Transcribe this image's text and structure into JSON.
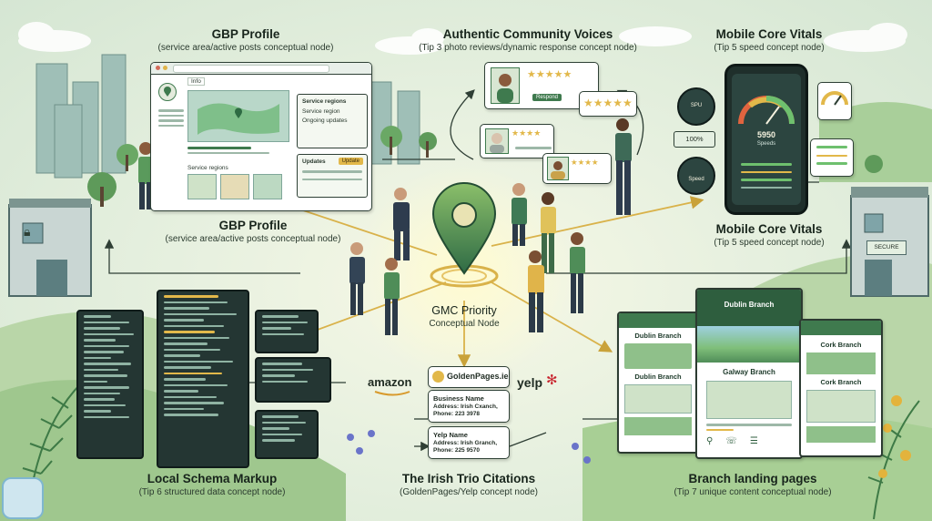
{
  "center": {
    "title": "GMC Priority",
    "subtitle": "Conceptual Node"
  },
  "gbp_top": {
    "title": "GBP Profile",
    "subtitle": "(service area/active posts conceptual node)"
  },
  "gbp_mid": {
    "title": "GBP Profile",
    "subtitle": "(service area/active posts conceptual node)"
  },
  "voices": {
    "title": "Authentic Community Voices",
    "subtitle": "(Tip 3 photo reviews/dynamic response concept node)"
  },
  "vitals_top": {
    "title": "Mobile Core Vitals",
    "subtitle": "(Tip 5 speed concept node)"
  },
  "vitals_mid": {
    "title": "Mobile Core Vitals",
    "subtitle": "(Tip 5 speed concept node)"
  },
  "schema": {
    "title": "Local Schema Markup",
    "subtitle": "(Tip 6 structured data concept node)"
  },
  "citations": {
    "title": "The Irish Trio Citations",
    "subtitle": "(GoldenPages/Yelp concept node)"
  },
  "branches": {
    "title": "Branch landing pages",
    "subtitle": "(Tip 7 unique content conceptual node)"
  },
  "gbp_ui": {
    "panel_title": "Service regions",
    "service_region": "Service region",
    "ongoing_updates": "Ongoing updates",
    "service_regions_small": "Service regions",
    "updates": "Updates",
    "update_btn": "Update",
    "tab": "Info"
  },
  "review_ui": {
    "respond": "Respond"
  },
  "vitals_ui": {
    "spu": "SPU",
    "pct": "100%",
    "speed": "Speed",
    "score": "5950",
    "score_label": "Speeds"
  },
  "citation_ui": {
    "amazon": "amazon",
    "goldenpages": "GoldenPages.ie",
    "yelp": "yelp",
    "card1": {
      "name": "Business Name",
      "address": "Address: Irish Cxanch,",
      "phone": "Phone: 223 3978"
    },
    "card2": {
      "name": "Yelp Name",
      "address": "Address: Irish Granch,",
      "phone": "Phone: 225 9570"
    }
  },
  "branch_ui": {
    "dublin_a": "Dublin Branch",
    "dublin_b": "Dublin Branch",
    "dublin_c": "Dublin Branch",
    "galway": "Galway Branch",
    "cork_a": "Cork Branch",
    "cork_b": "Cork Branch"
  },
  "building": {
    "secure": "SECURE"
  },
  "colors": {
    "accent_green": "#3f7a4e",
    "dark_teal": "#243633",
    "gold": "#e2b84a",
    "background": "#e4efe1"
  }
}
